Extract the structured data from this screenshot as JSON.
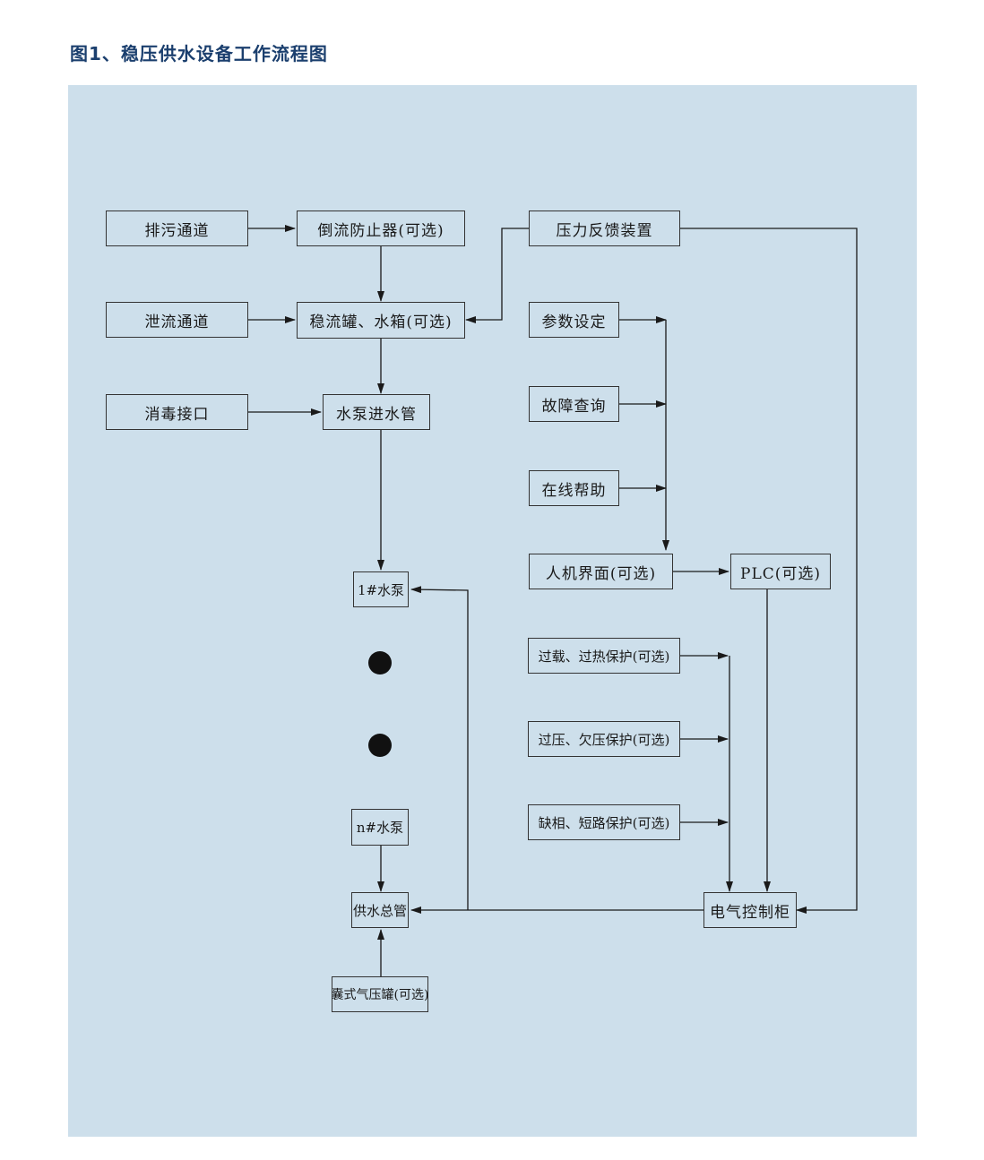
{
  "title": "图1、稳压供水设备工作流程图",
  "nodes": {
    "drain_channel": "排污通道",
    "backflow_preventer": "倒流防止器(可选)",
    "pressure_feedback": "压力反馈装置",
    "relief_channel": "泄流通道",
    "stabilizer_tank": "稳流罐、水箱(可选)",
    "param_setting": "参数设定",
    "disinfection_port": "消毒接口",
    "pump_inlet": "水泵进水管",
    "fault_query": "故障查询",
    "online_help": "在线帮助",
    "hmi": "人机界面(可选)",
    "plc": "PLC(可选)",
    "pump_1": "1#水泵",
    "overload_protection": "过载、过热保护(可选)",
    "voltage_protection": "过压、欠压保护(可选)",
    "phase_protection": "缺相、短路保护(可选)",
    "pump_n": "n#水泵",
    "main_supply_pipe": "供水总管",
    "electrical_cabinet": "电气控制柜",
    "bladder_tank": "囊式气压罐(可选)"
  },
  "edges": [
    [
      "drain_channel",
      "backflow_preventer"
    ],
    [
      "backflow_preventer",
      "stabilizer_tank"
    ],
    [
      "relief_channel",
      "stabilizer_tank"
    ],
    [
      "pressure_feedback",
      "stabilizer_tank"
    ],
    [
      "stabilizer_tank",
      "pump_inlet"
    ],
    [
      "disinfection_port",
      "pump_inlet"
    ],
    [
      "pump_inlet",
      "pump_1"
    ],
    [
      "param_setting",
      "hmi"
    ],
    [
      "fault_query",
      "hmi"
    ],
    [
      "online_help",
      "hmi"
    ],
    [
      "hmi",
      "plc"
    ],
    [
      "plc",
      "electrical_cabinet"
    ],
    [
      "overload_protection",
      "electrical_cabinet"
    ],
    [
      "voltage_protection",
      "electrical_cabinet"
    ],
    [
      "phase_protection",
      "electrical_cabinet"
    ],
    [
      "pressure_feedback",
      "electrical_cabinet"
    ],
    [
      "electrical_cabinet",
      "main_supply_pipe"
    ],
    [
      "electrical_cabinet",
      "pump_1"
    ],
    [
      "pump_n",
      "main_supply_pipe"
    ],
    [
      "bladder_tank",
      "main_supply_pipe"
    ]
  ]
}
